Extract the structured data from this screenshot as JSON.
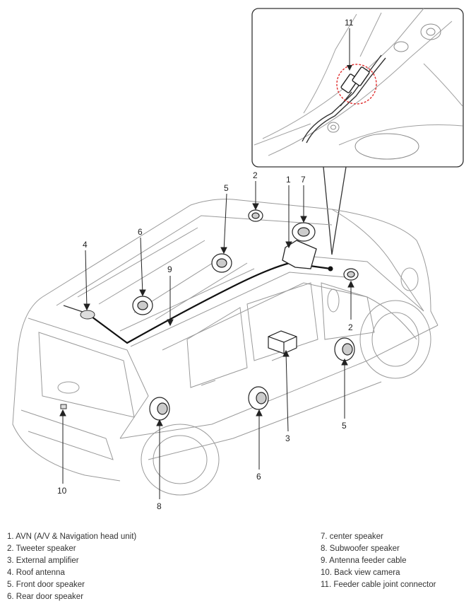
{
  "callouts": {
    "c1": "1",
    "c2a": "2",
    "c2b": "2",
    "c3": "3",
    "c4": "4",
    "c5a": "5",
    "c5b": "5",
    "c6a": "6",
    "c6b": "6",
    "c7": "7",
    "c8": "8",
    "c9": "9",
    "c10": "10",
    "c11": "11"
  },
  "legend": {
    "left": [
      "1. AVN (A/V & Navigation head unit)",
      "2. Tweeter speaker",
      "3. External amplifier",
      "4. Roof antenna",
      "5. Front door speaker",
      "6. Rear door speaker"
    ],
    "right": [
      "7. center speaker",
      "8. Subwoofer speaker",
      "9. Antenna feeder cable",
      "10. Back view camera",
      "11. Feeder cable joint connector"
    ]
  },
  "colors": {
    "line": "#2a2a2a",
    "outline": "#9a9a9a",
    "highlight": "#e03030"
  },
  "icons": {
    "detail_inset": "feeder-connector-detail-view",
    "vehicle": "vehicle-outline"
  }
}
